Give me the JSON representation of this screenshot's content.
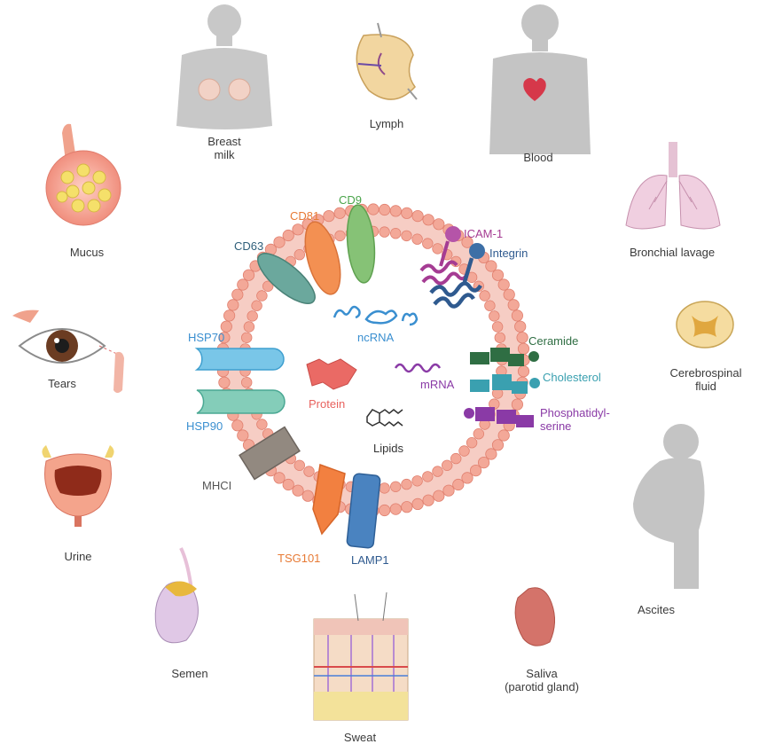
{
  "sources": {
    "breast_milk": "Breast\nmilk",
    "lymph": "Lymph",
    "blood": "Blood",
    "mucus": "Mucus",
    "bronchial_lavage": "Bronchial lavage",
    "tears": "Tears",
    "cerebrospinal_fluid": "Cerebrospinal\nfluid",
    "urine": "Urine",
    "ascites": "Ascites",
    "semen": "Semen",
    "saliva": "Saliva\n(parotid gland)",
    "sweat": "Sweat"
  },
  "markers": {
    "cd63": "CD63",
    "cd81": "CD81",
    "cd9": "CD9",
    "icam1": "ICAM-1",
    "integrin": "Integrin",
    "hsp70": "HSP70",
    "hsp90": "HSP90",
    "mhci": "MHCI",
    "tsg101": "TSG101",
    "lamp1": "LAMP1",
    "ceramide": "Ceramide",
    "cholesterol": "Cholesterol",
    "phosphatidylserine": "Phosphatidyl-\nserine"
  },
  "cargo": {
    "ncrna": "ncRNA",
    "mrna": "mRNA",
    "protein": "Protein",
    "lipids": "Lipids"
  },
  "colors": {
    "membrane": "#f0a495",
    "cd63": "#5f9e94",
    "cd81": "#f08a4b",
    "cd9": "#7fbf6f",
    "icam1": "#a53c93",
    "integrin": "#3d6fa6",
    "hsp70": "#5ab6e0",
    "hsp90": "#63c1ad",
    "mhci": "#8a7f76",
    "tsg101": "#f07d3a",
    "lamp1": "#3d78b8",
    "ceramide": "#2f6e43",
    "cholesterol": "#3aa0b0",
    "phosphatidylserine": "#8a3aa6",
    "ncrna": "#3a8fd0",
    "mrna": "#8a3aa6",
    "protein": "#e8625e",
    "source_label": "#3a3a3a",
    "silhouette": "#c4c4c4"
  }
}
